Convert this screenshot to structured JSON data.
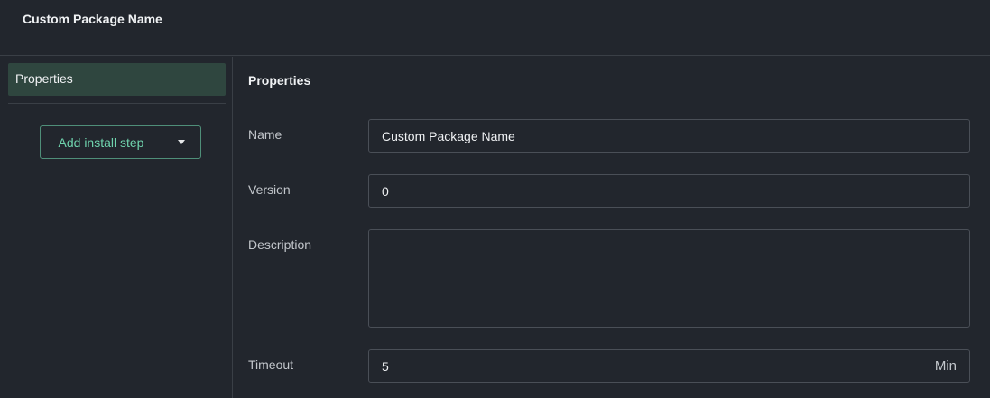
{
  "header": {
    "title": "Custom Package Name"
  },
  "sidebar": {
    "items": [
      {
        "label": "Properties"
      }
    ],
    "add_button": {
      "label": "Add install step"
    }
  },
  "main": {
    "section_title": "Properties",
    "fields": {
      "name": {
        "label": "Name",
        "value": "Custom Package Name"
      },
      "version": {
        "label": "Version",
        "value": "0"
      },
      "description": {
        "label": "Description",
        "value": ""
      },
      "timeout": {
        "label": "Timeout",
        "value": "5",
        "unit": "Min"
      }
    }
  },
  "colors": {
    "background": "#22262d",
    "accent": "#6fd3ad",
    "selected": "#2f463f",
    "border": "#4a4f57"
  }
}
